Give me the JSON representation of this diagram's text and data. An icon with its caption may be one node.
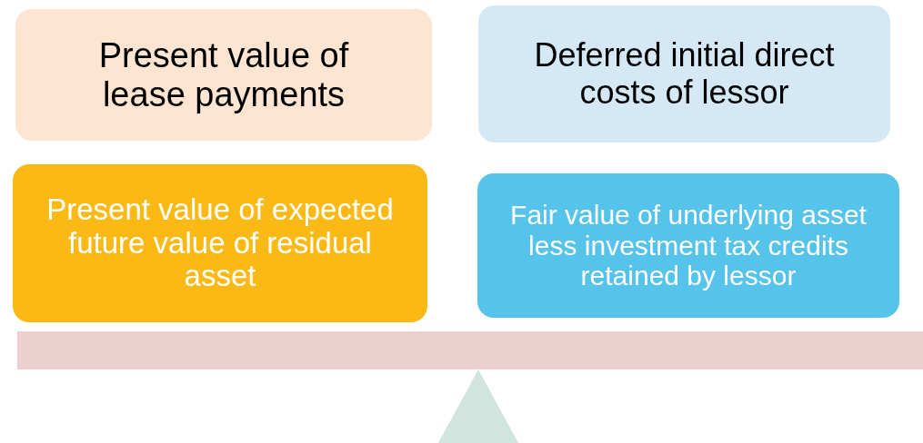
{
  "diagram": {
    "nodes": [
      {
        "text": [
          "Present value of lease payments"
        ]
      },
      {
        "text": [
          "Deferred initial direct costs of lessor"
        ]
      },
      {
        "text": [
          "Present value of expected future value of residual asset"
        ]
      },
      {
        "text": [
          "Fair value of underlying asset less investment tax credits retained by lessor"
        ]
      }
    ]
  }
}
